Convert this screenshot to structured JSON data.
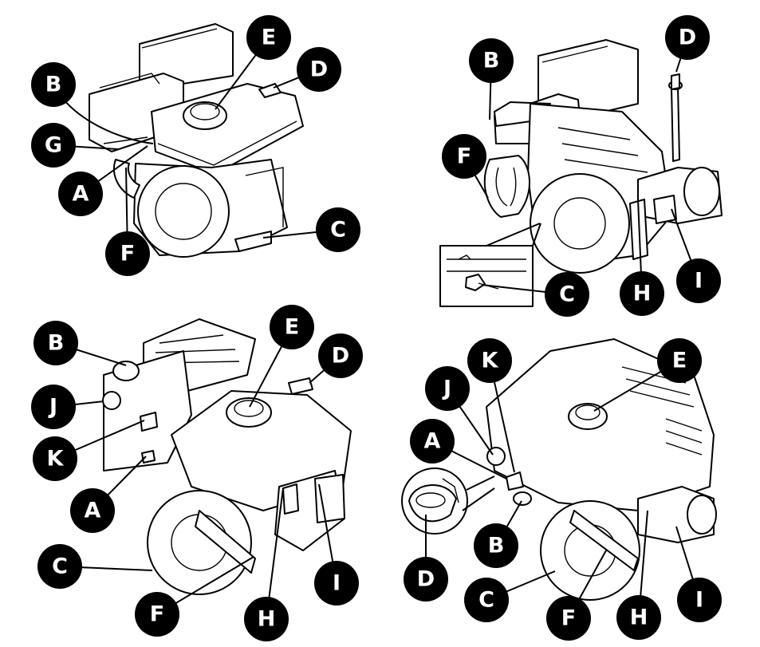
{
  "diagrams": [
    {
      "id": "engine-1",
      "callouts": [
        {
          "letter": "B"
        },
        {
          "letter": "G"
        },
        {
          "letter": "A"
        },
        {
          "letter": "F"
        },
        {
          "letter": "E"
        },
        {
          "letter": "D"
        },
        {
          "letter": "C"
        }
      ]
    },
    {
      "id": "engine-2",
      "callouts": [
        {
          "letter": "B"
        },
        {
          "letter": "F"
        },
        {
          "letter": "D"
        },
        {
          "letter": "C"
        },
        {
          "letter": "H"
        },
        {
          "letter": "I"
        }
      ]
    },
    {
      "id": "engine-3",
      "callouts": [
        {
          "letter": "B"
        },
        {
          "letter": "J"
        },
        {
          "letter": "K"
        },
        {
          "letter": "A"
        },
        {
          "letter": "C"
        },
        {
          "letter": "F"
        },
        {
          "letter": "H"
        },
        {
          "letter": "I"
        },
        {
          "letter": "E"
        },
        {
          "letter": "D"
        }
      ]
    },
    {
      "id": "engine-4",
      "callouts": [
        {
          "letter": "K"
        },
        {
          "letter": "J"
        },
        {
          "letter": "A"
        },
        {
          "letter": "D"
        },
        {
          "letter": "B"
        },
        {
          "letter": "C"
        },
        {
          "letter": "F"
        },
        {
          "letter": "H"
        },
        {
          "letter": "I"
        },
        {
          "letter": "E"
        }
      ]
    }
  ],
  "colors": {
    "line": "#000000",
    "badge_fill": "#000000",
    "badge_text": "#ffffff",
    "background": "#ffffff"
  }
}
